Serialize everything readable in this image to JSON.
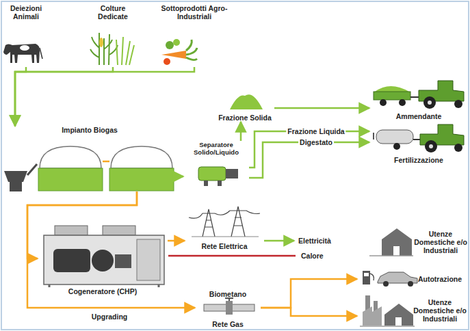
{
  "diagram": {
    "nodes": [
      {
        "text": [
          "Deiezioni Animali"
        ]
      },
      {
        "text": [
          "Colture Dedicate"
        ]
      },
      {
        "text": [
          "Sottoprodotti Agro-Industriali"
        ]
      },
      {
        "text": [
          "Impianto Biogas"
        ]
      },
      {
        "text": [
          "Separatore Solido/Liquido"
        ]
      },
      {
        "text": [
          "Frazione Solida"
        ]
      },
      {
        "text": [
          "Ammendante"
        ]
      },
      {
        "text": [
          "Fertilizzazione"
        ]
      },
      {
        "text": [
          "Cogeneratore (CHP)"
        ]
      },
      {
        "text": [
          "Rete Elettrica"
        ]
      },
      {
        "text": [
          "Biometano",
          "Rete Gas"
        ]
      },
      {
        "text": [
          "Utenze Domestiche e/o Industriali"
        ]
      },
      {
        "text": [
          "Autotrazione"
        ]
      },
      {
        "text": [
          "Utenze Domestiche e/o Industriali"
        ]
      }
    ],
    "edges": [
      {
        "from": 0,
        "to": 3,
        "arrow": "to"
      },
      {
        "from": 1,
        "to": 3,
        "arrow": "to"
      },
      {
        "from": 2,
        "to": 3,
        "arrow": "to"
      },
      {
        "from": 3,
        "to": 4,
        "arrow": "to"
      },
      {
        "from": 4,
        "to": 5,
        "arrow": "to"
      },
      {
        "from": 5,
        "to": 6,
        "arrow": "to"
      },
      {
        "from": 4,
        "to": 7,
        "label": "Frazione Liquida",
        "arrow": "to"
      },
      {
        "from": 4,
        "to": 7,
        "label": "Digestato",
        "arrow": "to"
      },
      {
        "from": 3,
        "to": 8,
        "arrow": "to"
      },
      {
        "from": 8,
        "to": 9,
        "arrow": "to"
      },
      {
        "from": 3,
        "to": 10,
        "label": "Upgrading",
        "arrow": "to"
      },
      {
        "from": 10,
        "to": 12,
        "arrow": "to"
      },
      {
        "from": 10,
        "to": 13,
        "arrow": "to"
      }
    ],
    "labels": [
      "Elettricità",
      "Calore"
    ]
  }
}
